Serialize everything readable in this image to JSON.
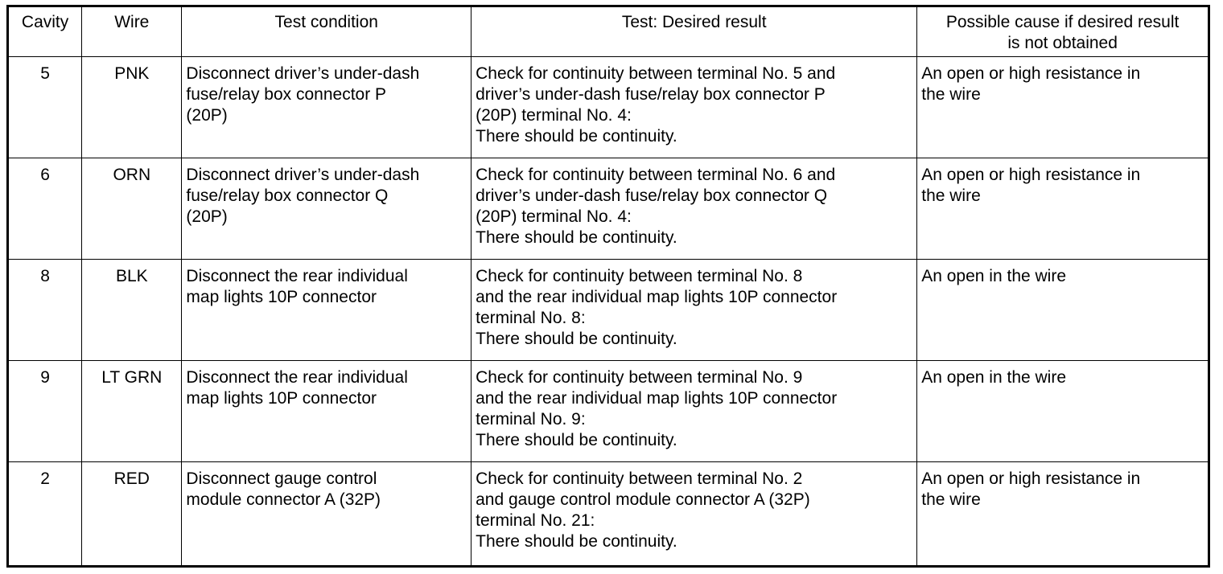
{
  "table": {
    "headers": [
      "Cavity",
      "Wire",
      "Test condition",
      "Test: Desired result",
      "Possible cause if desired result is not obtained"
    ],
    "header_lines": {
      "cause_line1": "Possible cause if desired result",
      "cause_line2": "is not obtained"
    },
    "rows": [
      {
        "cavity": "5",
        "wire": "PNK",
        "test_condition_lines": [
          "Disconnect driver’s under-dash",
          "fuse/relay box connector P",
          "(20P)"
        ],
        "test_desired_result_lines": [
          "Check for continuity between terminal No. 5 and",
          "driver’s under-dash fuse/relay box connector P",
          "(20P) terminal No. 4:",
          "There should be continuity."
        ],
        "possible_cause_lines": [
          "An open or high resistance in",
          "the wire"
        ]
      },
      {
        "cavity": "6",
        "wire": "ORN",
        "test_condition_lines": [
          "Disconnect driver’s under-dash",
          "fuse/relay box connector Q",
          "(20P)"
        ],
        "test_desired_result_lines": [
          "Check for continuity between terminal No. 6 and",
          "driver’s under-dash fuse/relay box connector Q",
          "(20P) terminal No. 4:",
          "There should be continuity."
        ],
        "possible_cause_lines": [
          "An open or high resistance in",
          "the wire"
        ]
      },
      {
        "cavity": "8",
        "wire": "BLK",
        "test_condition_lines": [
          "Disconnect the rear individual",
          "map lights 10P connector"
        ],
        "test_desired_result_lines": [
          "Check for continuity between terminal No. 8",
          "and the rear individual map lights 10P connector",
          "terminal No. 8:",
          "There should be continuity."
        ],
        "possible_cause_lines": [
          "An open in the wire"
        ]
      },
      {
        "cavity": "9",
        "wire": "LT GRN",
        "test_condition_lines": [
          "Disconnect the rear individual",
          "map lights 10P connector"
        ],
        "test_desired_result_lines": [
          "Check for continuity between terminal No. 9",
          "and the rear individual map lights 10P connector",
          "terminal No. 9:",
          "There should be continuity."
        ],
        "possible_cause_lines": [
          "An open in the wire"
        ]
      },
      {
        "cavity": "2",
        "wire": "RED",
        "test_condition_lines": [
          "Disconnect gauge control",
          "module connector A (32P)"
        ],
        "test_desired_result_lines": [
          "Check for continuity between terminal No. 2",
          "and gauge control module connector A (32P)",
          "terminal No. 21:",
          "There should be continuity."
        ],
        "possible_cause_lines": [
          "An open or high resistance in",
          "the wire"
        ]
      }
    ]
  },
  "colors": {
    "border": "#000000",
    "background": "#ffffff",
    "text": "#000000"
  }
}
